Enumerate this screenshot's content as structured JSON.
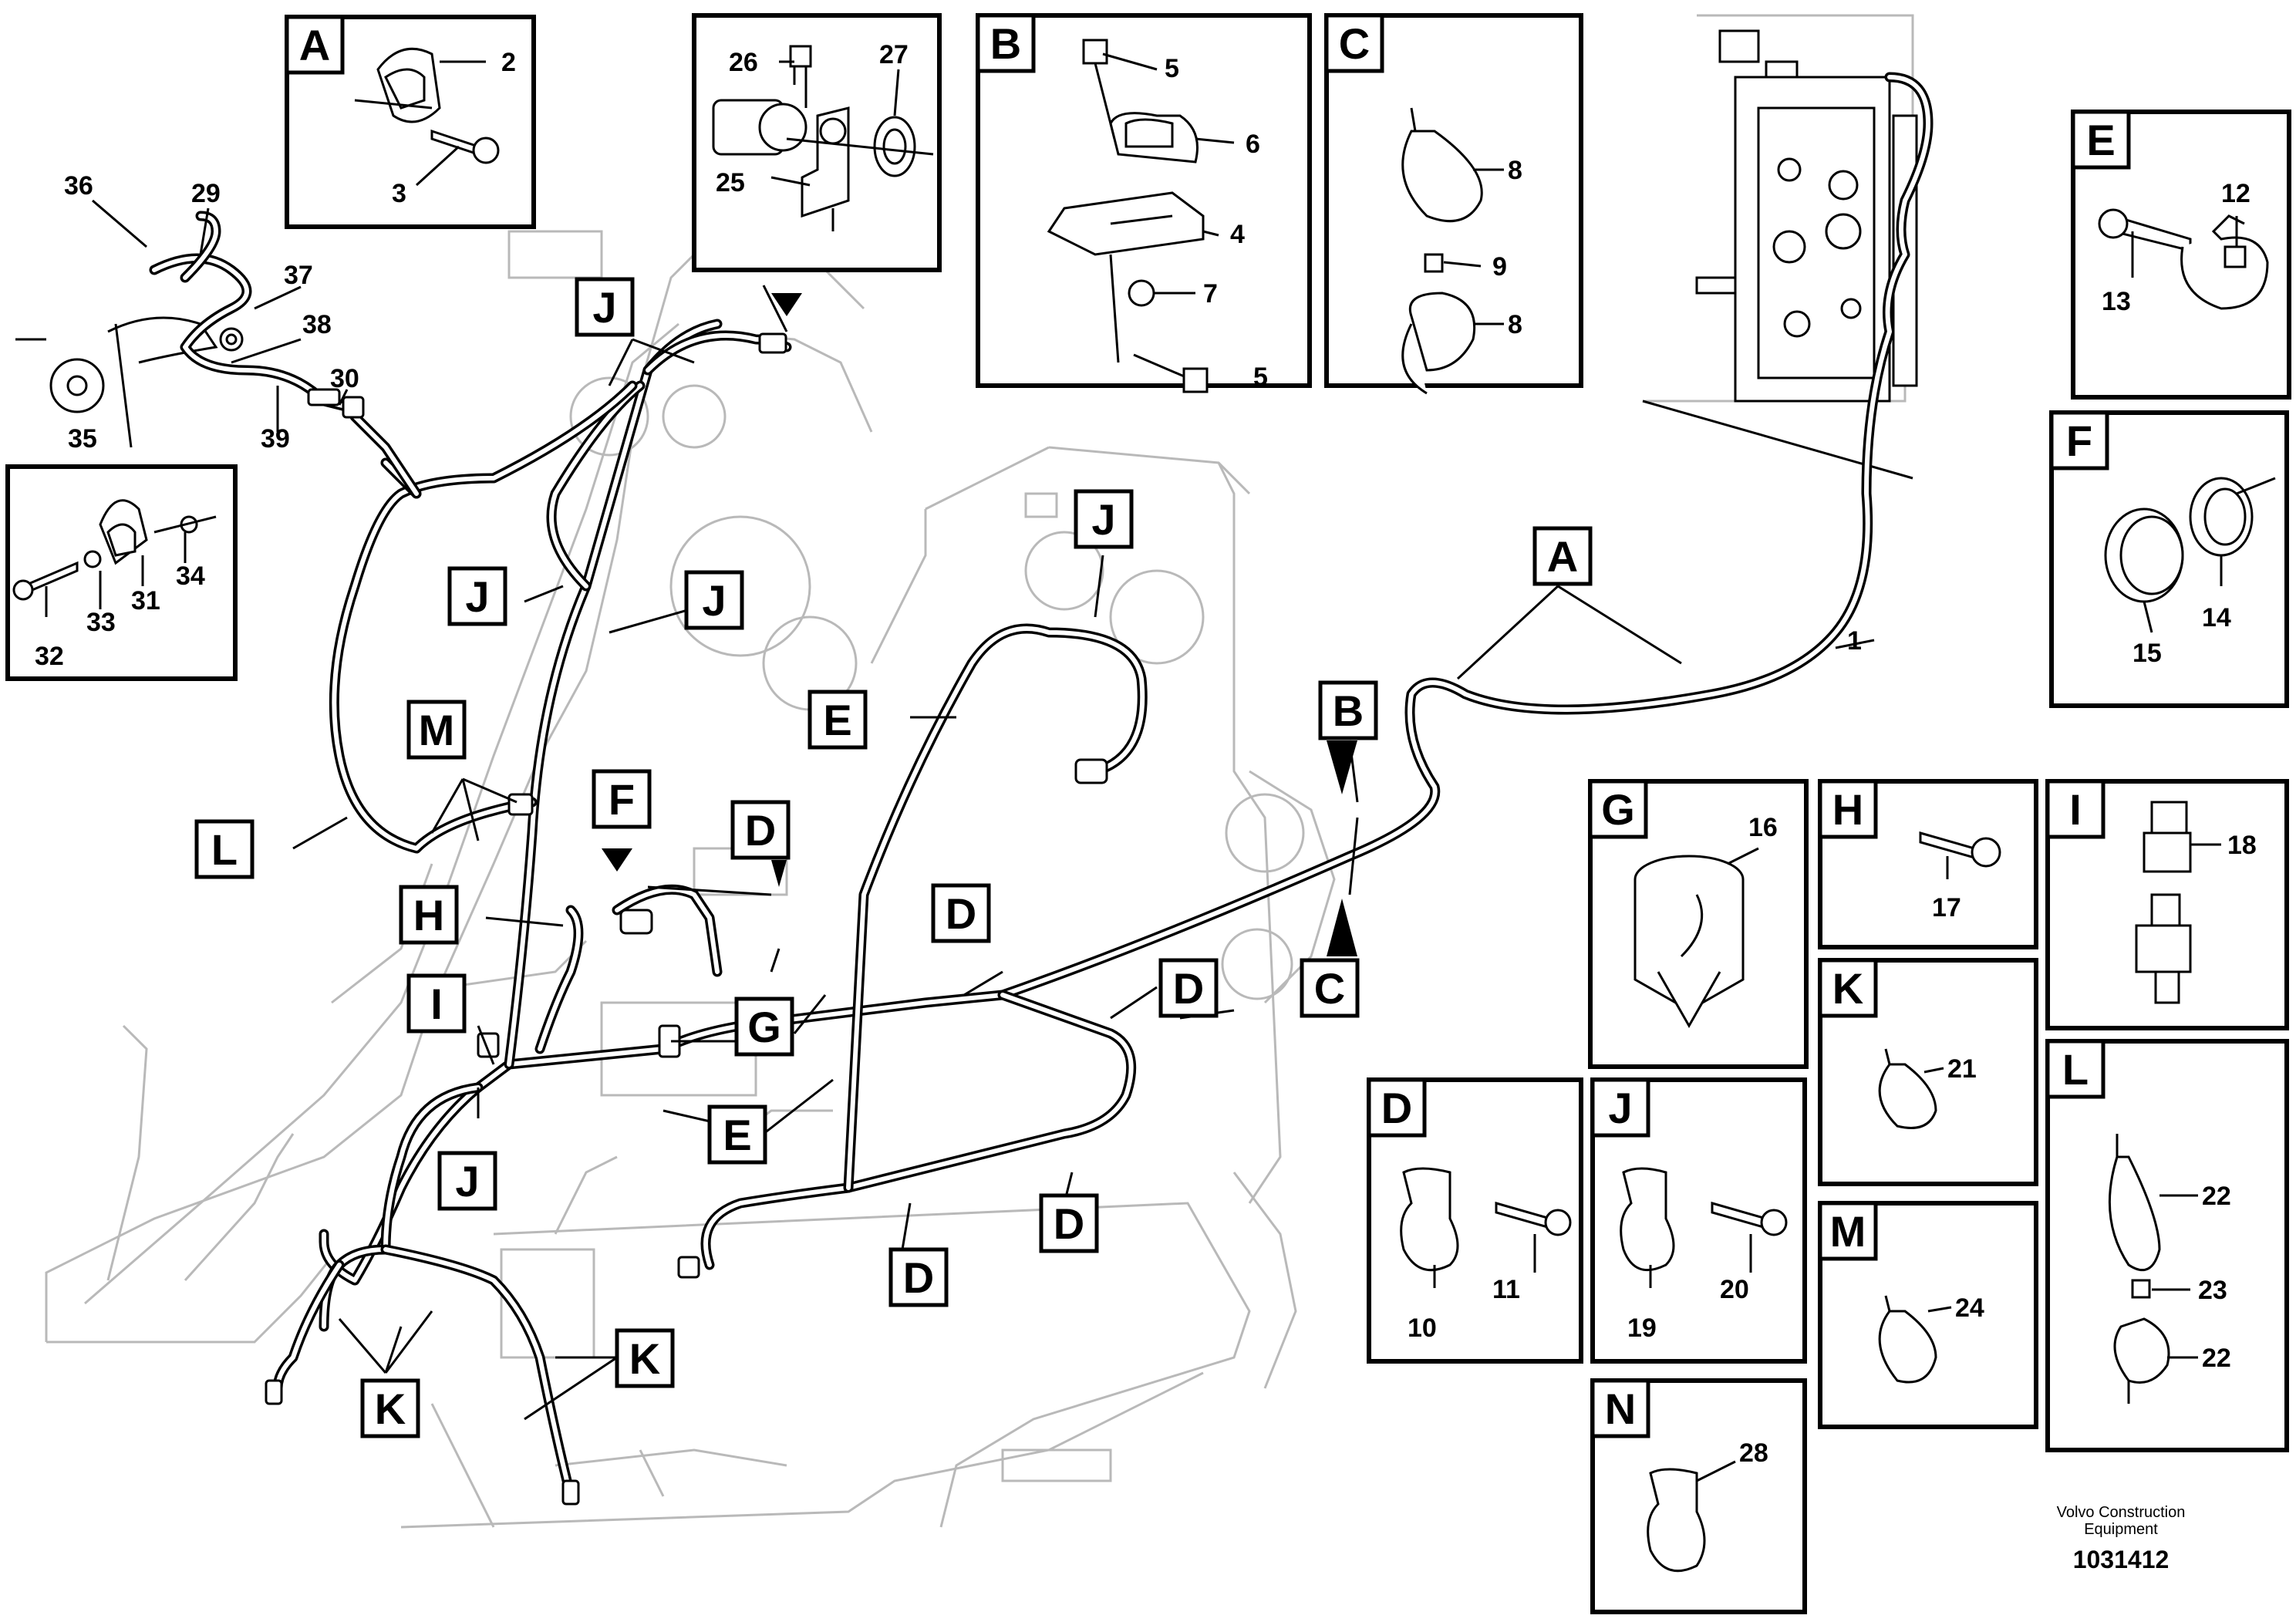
{
  "detail_letters": {
    "A": "A",
    "B": "B",
    "C": "C",
    "D": "D",
    "E": "E",
    "F": "F",
    "G": "G",
    "H": "H",
    "I": "I",
    "J": "J",
    "K": "K",
    "L": "L",
    "M": "M",
    "N": "N"
  },
  "part_numbers": {
    "p1": "1",
    "p2": "2",
    "p3": "3",
    "p4": "4",
    "p5": "5",
    "p6": "6",
    "p7": "7",
    "p8": "8",
    "p9": "9",
    "p10": "10",
    "p11": "11",
    "p12": "12",
    "p13": "13",
    "p14": "14",
    "p15": "15",
    "p16": "16",
    "p17": "17",
    "p18": "18",
    "p19": "19",
    "p20": "20",
    "p21": "21",
    "p22": "22",
    "p23": "23",
    "p24": "24",
    "p25": "25",
    "p26": "26",
    "p27": "27",
    "p28": "28",
    "p29": "29",
    "p30": "30",
    "p31": "31",
    "p32": "32",
    "p33": "33",
    "p34": "34",
    "p35": "35",
    "p36": "36",
    "p37": "37",
    "p38": "38",
    "p39": "39"
  },
  "credit": {
    "line1": "Volvo Construction",
    "line2": "Equipment",
    "number": "1031412"
  }
}
